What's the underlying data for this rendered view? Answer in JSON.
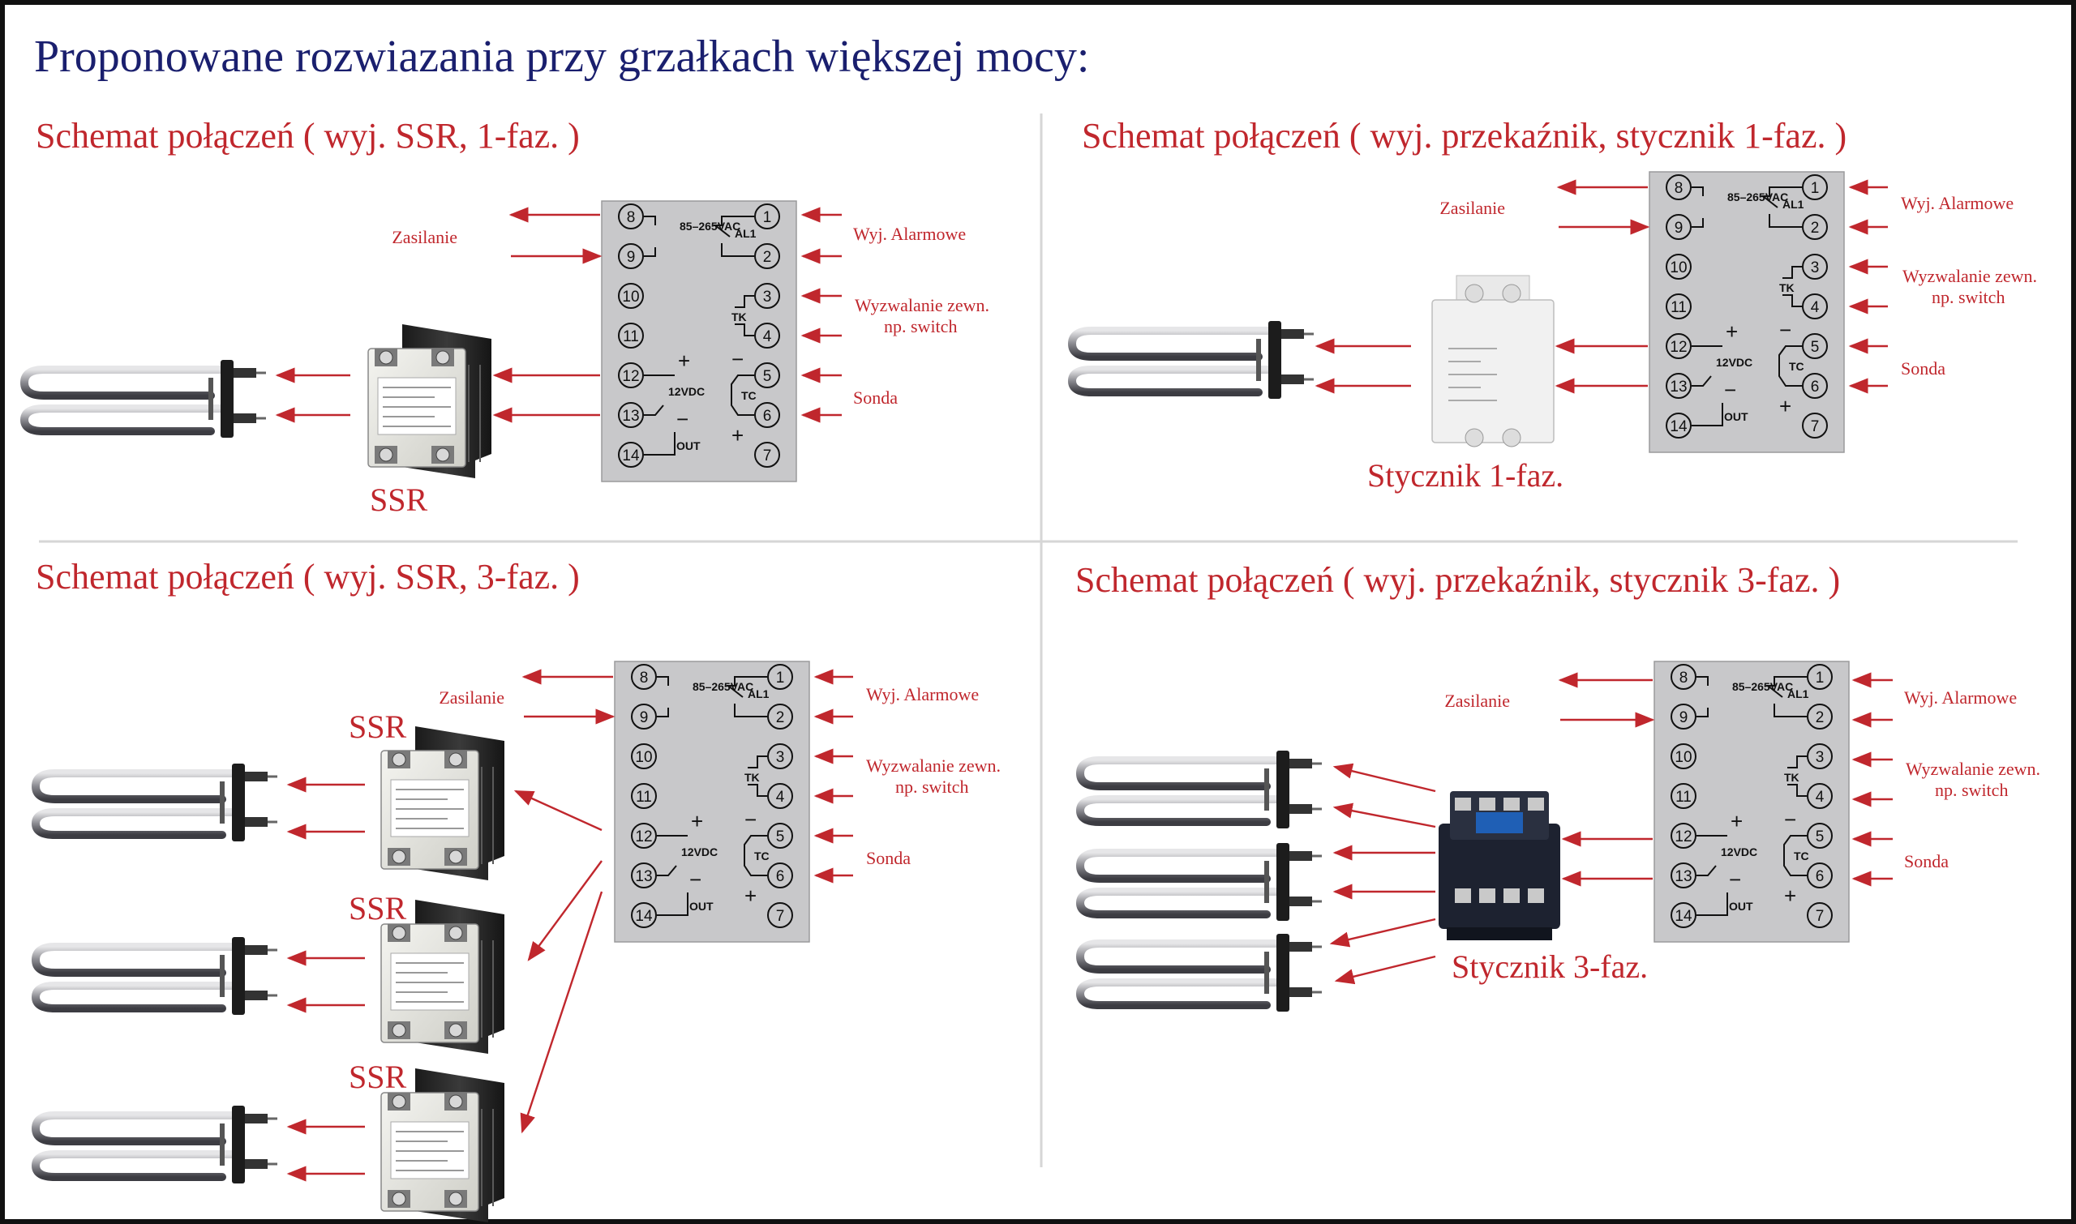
{
  "title": "Proponowane rozwiazania przy grzałkach większej mocy:",
  "panel": {
    "supply": "85–265VAC",
    "alarm": "AL1",
    "tk": "TK",
    "tc": "TC",
    "vdc": "12VDC",
    "out": "OUT",
    "plus": "+",
    "minus": "−",
    "terminals_left": [
      "8",
      "9",
      "10",
      "11",
      "12",
      "13",
      "14"
    ],
    "terminals_right": [
      "1",
      "2",
      "3",
      "4",
      "5",
      "6",
      "7"
    ]
  },
  "labels": {
    "zasilanie": "Zasilanie",
    "alarm": "Wyj. Alarmowe",
    "wyzwalanie_1": "Wyzwalanie zewn.",
    "wyzwalanie_2": "np.  switch",
    "sonda": "Sonda",
    "ssr": "SSR",
    "stycznik_1": "Stycznik 1-faz.",
    "stycznik_3": "Stycznik 3-faz."
  },
  "sections": [
    {
      "title": "Schemat połączeń ( wyj. SSR, 1-faz. )"
    },
    {
      "title": "Schemat połączeń ( wyj. przekaźnik, stycznik 1-faz. )"
    },
    {
      "title": "Schemat połączeń ( wyj. SSR, 3-faz. )"
    },
    {
      "title": "Schemat połączeń ( wyj. przekaźnik, stycznik 3-faz. )"
    }
  ],
  "colors": {
    "title": "#1a1f6e",
    "section_title": "#c0272d",
    "arrow": "#c0272d",
    "panel": "#c8c8ca",
    "divider": "#d6d6d6"
  }
}
